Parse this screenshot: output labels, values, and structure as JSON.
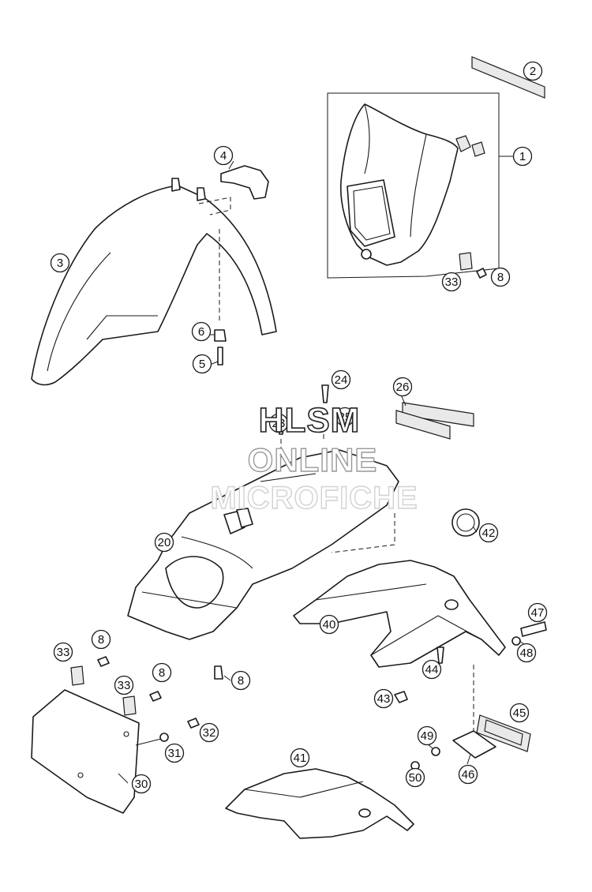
{
  "diagram": {
    "callouts": [
      "1",
      "2",
      "3",
      "4",
      "5",
      "6",
      "8",
      "8",
      "8",
      "8",
      "20",
      "23",
      "24",
      "25",
      "26",
      "30",
      "31",
      "32",
      "33",
      "33",
      "33",
      "40",
      "41",
      "42",
      "43",
      "44",
      "45",
      "46",
      "47",
      "48",
      "49",
      "50"
    ]
  },
  "watermark": {
    "line1": "HLSM",
    "line2": "ONLINE",
    "line3": "MICROFICHE"
  }
}
